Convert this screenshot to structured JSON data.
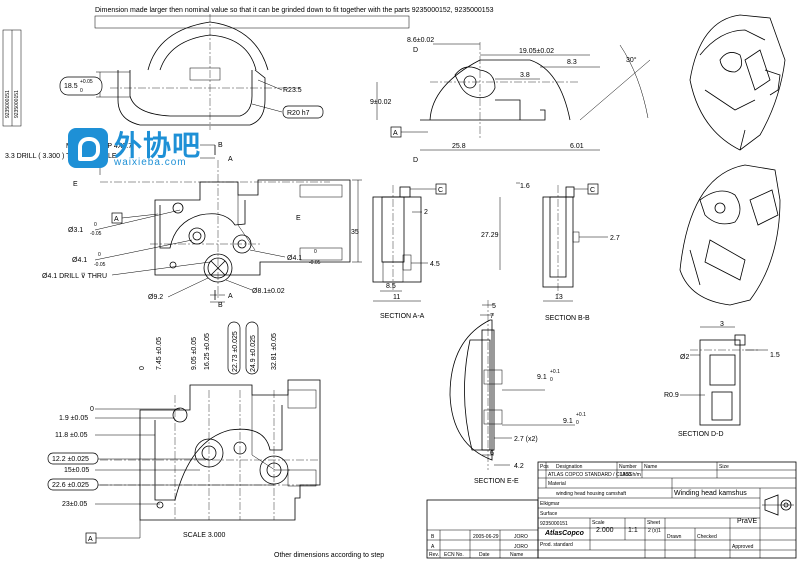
{
  "note_top": "Dimension made larger then nominal value so that it can be grinded down to fit together with the parts 9235000152, 9235000153",
  "note_bottom": "Other dimensions according to step",
  "scale_note": "SCALE 3.000",
  "side_strip": [
    "9235000151",
    "9235000151"
  ],
  "watermark": {
    "cn": "外协吧",
    "en": "waixieba.com",
    "icon": "chat-logo-icon"
  },
  "view_top": {
    "dims": [
      "18.5",
      "+0.05",
      "0",
      "R23.5",
      "R20 h7"
    ]
  },
  "view_main": {
    "notes": [
      "M4x7.00 - TAP 4X0.7",
      "3.3 DRILL ( 3.300 ) TO 10.0 - HOLE",
      "Ø4.1 DRILL ⊽ THRU"
    ],
    "dims": [
      "Ø3.1",
      "0",
      "-0.05",
      "Ø4.1",
      "0",
      "-0.05",
      "Ø9.2",
      "Ø8.1±0.02",
      "Ø4.1",
      "0",
      "-0.05",
      "35"
    ],
    "section_labels": [
      "B",
      "A",
      "E",
      "E",
      "A",
      "B"
    ],
    "datum": "A"
  },
  "view_d": {
    "dims": [
      "8.6±0.02",
      "19.05±0.02",
      "8.3",
      "3.8",
      "9±0.02",
      "25.8",
      "6.01",
      "30°"
    ],
    "letters": [
      "D",
      "D"
    ],
    "datum": "A"
  },
  "section_aa": {
    "title": "SECTION A-A",
    "dims": [
      "2",
      "4.5",
      "8.5",
      "11"
    ],
    "datum": "C"
  },
  "section_bb": {
    "title": "SECTION B-B",
    "dims": [
      "1.6",
      "27.29",
      "2.7",
      "13"
    ],
    "datum": "C"
  },
  "section_ee": {
    "title": "SECTION E-E",
    "dims": [
      "5",
      "7",
      "9.1",
      "+0.1",
      "0",
      "9.1",
      "+0.1",
      "0",
      "2.7 (x2)",
      "6",
      "4.2"
    ]
  },
  "section_dd": {
    "title": "SECTION D-D",
    "dims": [
      "3",
      "Ø2",
      "1.5",
      "R0.9"
    ]
  },
  "view_scaled": {
    "top_dims": [
      "0",
      "7.45 ±0.05",
      "9.05 ±0.05",
      "16.25 ±0.05",
      "22.73 ±0.025",
      "24.9 ±0.025",
      "32.81 ±0.05"
    ],
    "left_dims": [
      "0",
      "1.9 ±0.05",
      "11.8 ±0.05",
      "12.2 ±0.025",
      "15±0.05",
      "22.6 ±0.025",
      "23±0.05"
    ],
    "datum": "A"
  },
  "title_block": {
    "rev_rows": [
      {
        "rev": "B",
        "ecn": "",
        "date": "2005-06-29",
        "name": "JORO"
      },
      {
        "rev": "A",
        "ecn": "",
        "date": "",
        "name": "JORO"
      }
    ],
    "rev_headers": [
      "Rev.",
      "ECN No.",
      "Date",
      "Name"
    ],
    "labels": [
      "Pos",
      "Designation",
      "Number",
      "Name",
      "Size",
      "Material",
      "Surface",
      "Approved",
      "Scale",
      "Sheet",
      "Drawn",
      "Checked",
      "Prod. standard"
    ],
    "values": {
      "standard": "ATLAS COPCO STANDARD / CLASS",
      "tolerance": "1300 h/m",
      "designation": "winding head housing camshaft",
      "title": "Winding head kamshus",
      "designer": "Elkigmar",
      "number": "9235000151",
      "scale": "2.000",
      "scale2": "1:1",
      "sheet": "2 (x)1",
      "status": "PraVE",
      "company": "AtlasCopco"
    }
  }
}
